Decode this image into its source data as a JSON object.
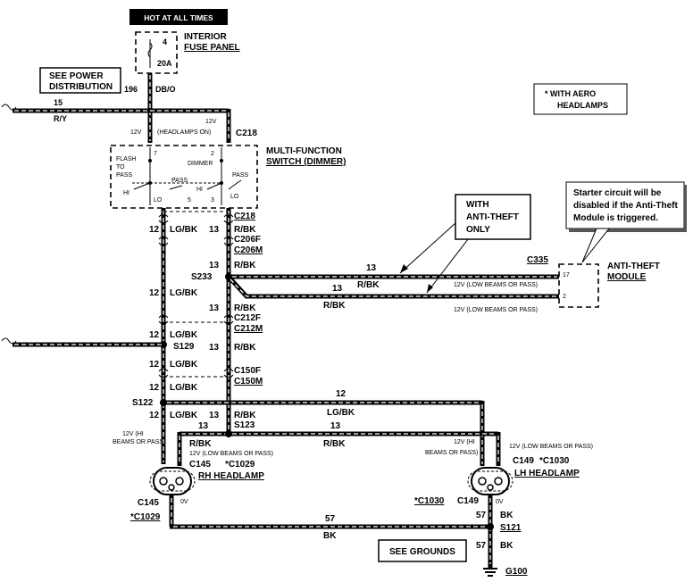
{
  "hot_label": "HOT AT ALL TIMES",
  "fuse_panel": {
    "line1": "INTERIOR",
    "line2": "FUSE PANEL",
    "fuse_no": "4",
    "rating": "20A"
  },
  "power_dist": {
    "line1": "SEE POWER",
    "line2": "DISTRIBUTION"
  },
  "wires": {
    "w196": "196",
    "dbo": "DB/O",
    "w15": "15",
    "ry": "R/Y",
    "v12_left": "12V",
    "v12_right": "12V",
    "headlamps_on": "(HEADLAMPS ON)",
    "c218_top": "C218"
  },
  "aero_note": {
    "line1": "*  WITH AERO",
    "line2": "HEADLAMPS"
  },
  "switch": {
    "line1": "MULTI-FUNCTION",
    "line2": "SWITCH (DIMMER)",
    "flash": "FLASH",
    "to": "TO",
    "pass": "PASS",
    "dimmer": "DIMMER",
    "pass_right": "PASS",
    "pass_mid": "PASS",
    "hi_left": "HI",
    "hi_right": "HI",
    "lo_left": "LO",
    "lo_right": "LO",
    "pin7": "7",
    "pin2": "2",
    "pin5": "5",
    "pin3": "3"
  },
  "theft_callout": {
    "line1": "WITH",
    "line2": "ANTI-THEFT",
    "line3": "ONLY"
  },
  "starter_note": {
    "line1": "Starter circuit will be",
    "line2": "disabled if the Anti-Theft",
    "line3": "Module is triggered."
  },
  "module": {
    "line1": "ANTI-THEFT",
    "line2": "MODULE",
    "conn": "C335",
    "pin17": "17",
    "pin2": "2"
  },
  "left_column": {
    "w12_a": "12",
    "lgbk_a": "LG/BK",
    "w12_b": "12",
    "lgbk_b": "LG/BK",
    "w12_c": "12",
    "lgbk_c": "LG/BK",
    "s129": "S129",
    "w12_d": "12",
    "lgbk_d": "LG/BK",
    "w12_e": "12",
    "lgbk_e": "LG/BK",
    "s122": "S122",
    "w12_f": "12",
    "lgbk_f": "LG/BK"
  },
  "right_column": {
    "w13_a": "13",
    "rbk_a": "R/BK",
    "c218": "C218",
    "c206f": "C206F",
    "c206m": "C206M",
    "w13_b": "13",
    "rbk_b": "R/BK",
    "s233": "S233",
    "w13_c": "13",
    "rbk_c": "R/BK",
    "c212f": "C212F",
    "c212m": "C212M",
    "w13_d": "13",
    "rbk_d": "R/BK",
    "c150f": "C150F",
    "c150m": "C150M",
    "w13_e": "13",
    "rbk_e": "R/BK",
    "s123": "S123"
  },
  "theft_wires": {
    "w13_upper": "13",
    "rbk_upper": "R/BK",
    "low_upper": "12V (LOW BEAMS OR PASS)",
    "w13_lower": "13",
    "rbk_lower": "R/BK",
    "low_lower": "12V (LOW BEAMS OR PASS)"
  },
  "lh_feed": {
    "w12": "12",
    "lgbk": "LG/BK"
  },
  "rbk_feed": {
    "w13": "13",
    "rbk": "R/BK",
    "w13_right": "13",
    "rbk_right": "R/BK"
  },
  "rh_lamp": {
    "hi1": "12V (HI",
    "hi2": "BEAMS OR PASS)",
    "low": "12V (LOW BEAMS OR PASS)",
    "c145": "C145",
    "c1029": "*C1029",
    "name": "RH HEADLAMP",
    "c145_b": "C145",
    "c1029_b": "*C1029",
    "ov": "0V"
  },
  "lh_lamp": {
    "hi1": "12V (HI",
    "hi2": "BEAMS OR PASS)",
    "low": "12V (LOW BEAMS OR PASS)",
    "c149": "C149",
    "c1030": "*C1030",
    "name": "LH HEADLAMP",
    "c1030_b": "*C1030",
    "c149_b": "C149",
    "ov": "0V"
  },
  "ground": {
    "w57": "57",
    "bk": "BK",
    "w57_r": "57",
    "bk_r": "BK",
    "s121": "S121",
    "w57_g": "57",
    "bk_g": "BK",
    "g100": "G100",
    "see_grounds": "SEE GROUNDS"
  }
}
